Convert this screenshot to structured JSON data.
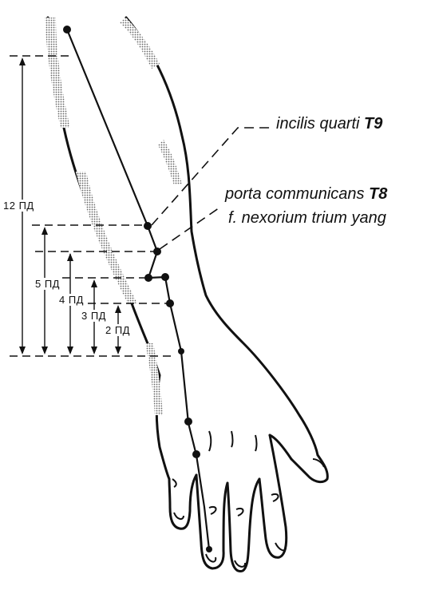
{
  "points": [
    {
      "name": "incilis quarti",
      "code": "T9"
    },
    {
      "name": "porta communicans",
      "code": "T8",
      "alt_name": "f. nexorium trium yang"
    }
  ],
  "measurements": [
    "12 ПД",
    "5 ПД",
    "4 ПД",
    "3 ПД",
    "2 ПД"
  ],
  "colors": {
    "ink": "#111111",
    "stipple": "#777777",
    "paper": "#ffffff"
  }
}
